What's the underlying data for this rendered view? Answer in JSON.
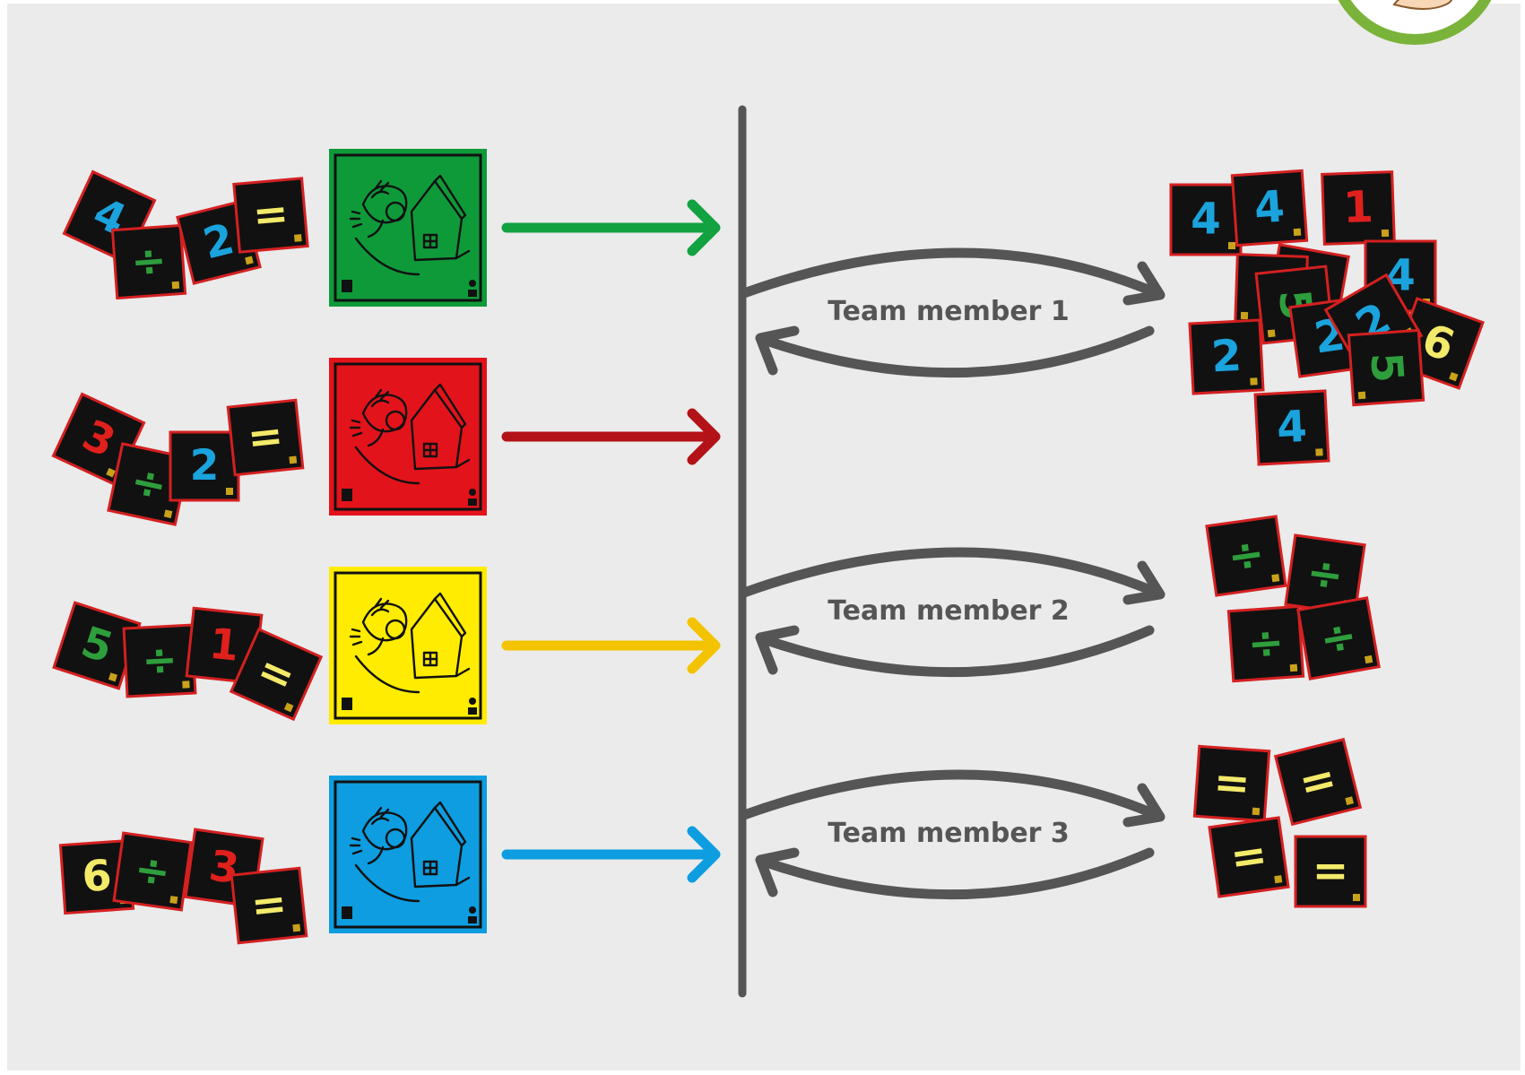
{
  "colors": {
    "background": "#ebebeb",
    "line": "#555555",
    "card_fill": "#111111",
    "card_border": "#d42020",
    "num_blue": "#1aa3dd",
    "num_red": "#e0201c",
    "num_green": "#2e9e3c",
    "num_yellow": "#f3ea6a"
  },
  "rows": [
    {
      "board_color": "#0f9a3a",
      "arrow_color": "#12a240",
      "cards": [
        {
          "symbol": "4",
          "color": "#1aa3dd"
        },
        {
          "symbol": "÷",
          "color": "#2e9e3c"
        },
        {
          "symbol": "2",
          "color": "#1aa3dd"
        },
        {
          "symbol": "=",
          "color": "#f3ea6a"
        }
      ]
    },
    {
      "board_color": "#e3131b",
      "arrow_color": "#b31217",
      "cards": [
        {
          "symbol": "3",
          "color": "#e0201c"
        },
        {
          "symbol": "÷",
          "color": "#2e9e3c"
        },
        {
          "symbol": "2",
          "color": "#1aa3dd"
        },
        {
          "symbol": "=",
          "color": "#f3ea6a"
        }
      ]
    },
    {
      "board_color": "#ffec00",
      "arrow_color": "#f3c300",
      "cards": [
        {
          "symbol": "5",
          "color": "#2e9e3c"
        },
        {
          "symbol": "÷",
          "color": "#2e9e3c"
        },
        {
          "symbol": "1",
          "color": "#e0201c"
        },
        {
          "symbol": "=",
          "color": "#f3ea6a"
        }
      ]
    },
    {
      "board_color": "#0d9de0",
      "arrow_color": "#0d9de0",
      "cards": [
        {
          "symbol": "6",
          "color": "#f3ea6a"
        },
        {
          "symbol": "÷",
          "color": "#2e9e3c"
        },
        {
          "symbol": "3",
          "color": "#e0201c"
        },
        {
          "symbol": "=",
          "color": "#f3ea6a"
        }
      ]
    }
  ],
  "team_members": [
    {
      "label": "Team member 1"
    },
    {
      "label": "Team member 2"
    },
    {
      "label": "Team member 3"
    }
  ],
  "piles": {
    "numbers": [
      {
        "symbol": "4",
        "color": "#1aa3dd"
      },
      {
        "symbol": "4",
        "color": "#1aa3dd"
      },
      {
        "symbol": "1",
        "color": "#e0201c"
      },
      {
        "symbol": "5",
        "color": "#2e9e3c"
      },
      {
        "symbol": "3",
        "color": "#e0201c"
      },
      {
        "symbol": "4",
        "color": "#1aa3dd"
      },
      {
        "symbol": "5",
        "color": "#2e9e3c"
      },
      {
        "symbol": "2",
        "color": "#1aa3dd"
      },
      {
        "symbol": "6",
        "color": "#f3ea6a"
      },
      {
        "symbol": "2",
        "color": "#1aa3dd"
      },
      {
        "symbol": "2",
        "color": "#1aa3dd"
      },
      {
        "symbol": "5",
        "color": "#2e9e3c"
      },
      {
        "symbol": "4",
        "color": "#1aa3dd"
      }
    ],
    "divide": [
      {
        "symbol": "÷",
        "color": "#2e9e3c"
      },
      {
        "symbol": "÷",
        "color": "#2e9e3c"
      },
      {
        "symbol": "÷",
        "color": "#2e9e3c"
      },
      {
        "symbol": "÷",
        "color": "#2e9e3c"
      }
    ],
    "equals": [
      {
        "symbol": "=",
        "color": "#f3ea6a"
      },
      {
        "symbol": "=",
        "color": "#f3ea6a"
      },
      {
        "symbol": "=",
        "color": "#f3ea6a"
      },
      {
        "symbol": "=",
        "color": "#f3ea6a"
      }
    ]
  },
  "icons": {
    "board": "mouse-house-icon",
    "corner_badge": "feet-badge-icon"
  }
}
